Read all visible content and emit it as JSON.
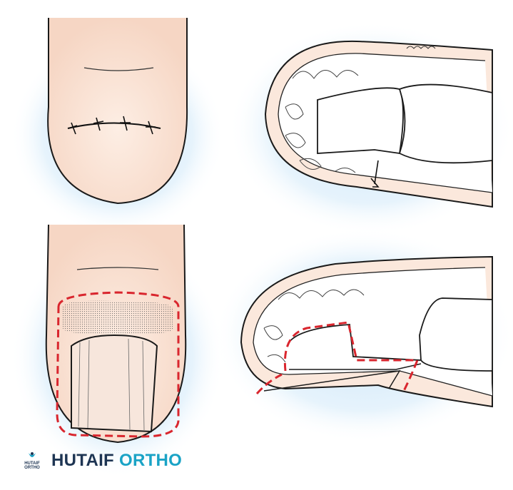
{
  "brand": {
    "name_part1": "HUTAIF",
    "name_part2": "ORTHO",
    "logo_small_text": "HUTAIF ORTHO"
  },
  "colors": {
    "skin": "#fbe4d6",
    "outline": "#1a1a1a",
    "incision_dash": "#d9262e",
    "glow": "#cfe7f8",
    "brand_dark": "#1e3553",
    "brand_light": "#1aa3c6"
  },
  "panels": [
    "finger-dorsal-sutured",
    "finger-sagittal-sutured",
    "finger-dorsal-incision-marked",
    "finger-sagittal-incision-marked"
  ]
}
